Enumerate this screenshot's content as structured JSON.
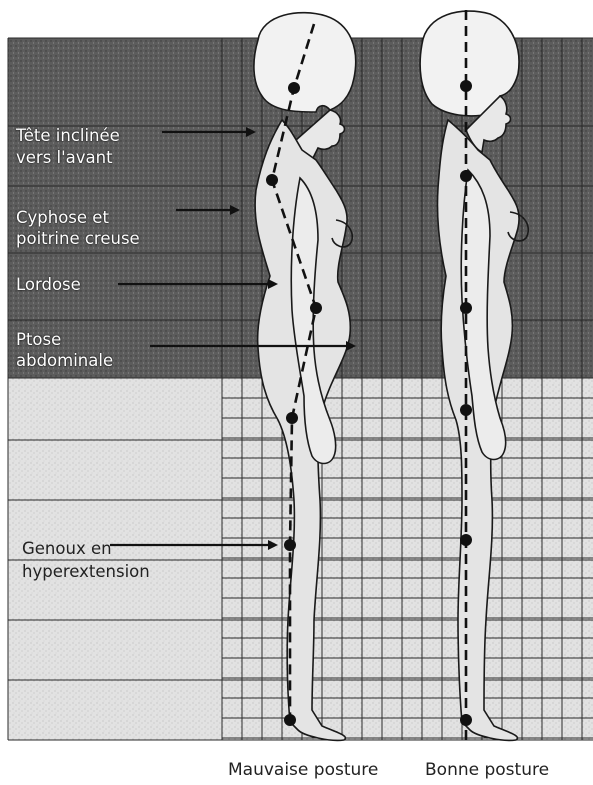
{
  "labels": {
    "head": [
      "Tête inclinée",
      "vers l'avant"
    ],
    "kyphosis": [
      "Cyphose et",
      "poitrine creuse"
    ],
    "lordosis": [
      "Lordose"
    ],
    "ptosis": [
      "Ptose",
      "abdominale"
    ],
    "knees": [
      "Genoux en",
      "hyperextension"
    ]
  },
  "captions": {
    "bad": "Mauvaise posture",
    "good": "Bonne posture"
  },
  "colors": {
    "grid_dark": "#5a5a5a",
    "grid_light": "#d9d9d9",
    "grid_lines": "#2a2a2a",
    "figure_fill": "#e4e4e4",
    "figure_outline": "#1a1a1a",
    "plumb_line": "#111111"
  }
}
